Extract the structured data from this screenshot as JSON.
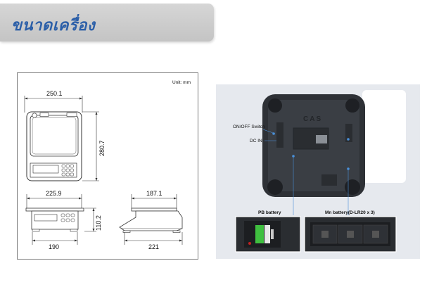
{
  "banner": {
    "title": "ขนาดเครื่อง"
  },
  "drawing": {
    "unit_label": "Unit: mm",
    "dims": {
      "top_width": "250.1",
      "top_depth": "280.7",
      "front_width": "225.9",
      "front_height": "110.2",
      "front_base": "190",
      "side_width": "187.1",
      "side_base": "221"
    }
  },
  "photo": {
    "brand": "CAS",
    "labels": {
      "switch": "ON/OFF Switch",
      "dcin": "DC IN",
      "pb_battery": "PB battery",
      "mn_battery": "Mn battery(D-LR20 x 3)"
    }
  }
}
